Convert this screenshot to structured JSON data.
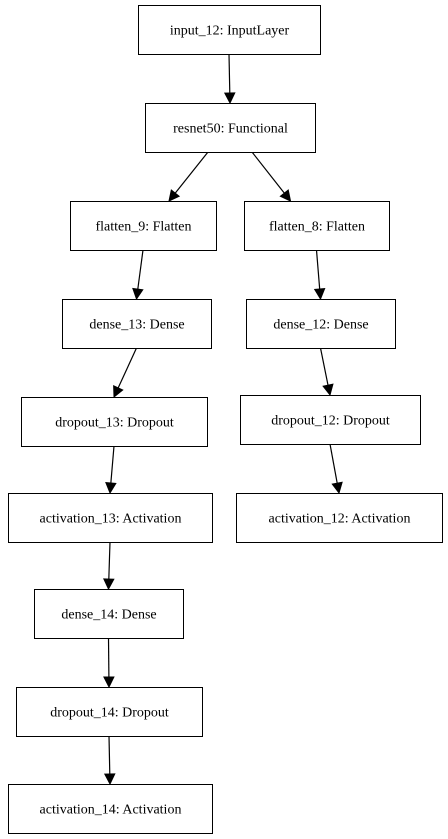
{
  "nodes": [
    {
      "id": "input_12",
      "label": "input_12: InputLayer"
    },
    {
      "id": "resnet50",
      "label": "resnet50: Functional"
    },
    {
      "id": "flatten_9",
      "label": "flatten_9: Flatten"
    },
    {
      "id": "flatten_8",
      "label": "flatten_8: Flatten"
    },
    {
      "id": "dense_13",
      "label": "dense_13: Dense"
    },
    {
      "id": "dense_12",
      "label": "dense_12: Dense"
    },
    {
      "id": "dropout_13",
      "label": "dropout_13: Dropout"
    },
    {
      "id": "dropout_12",
      "label": "dropout_12: Dropout"
    },
    {
      "id": "activation_13",
      "label": "activation_13: Activation"
    },
    {
      "id": "activation_12",
      "label": "activation_12: Activation"
    },
    {
      "id": "dense_14",
      "label": "dense_14: Dense"
    },
    {
      "id": "dropout_14",
      "label": "dropout_14: Dropout"
    },
    {
      "id": "activation_14",
      "label": "activation_14: Activation"
    }
  ],
  "edges": [
    {
      "from": "input_12",
      "to": "resnet50"
    },
    {
      "from": "resnet50",
      "to": "flatten_9"
    },
    {
      "from": "resnet50",
      "to": "flatten_8"
    },
    {
      "from": "flatten_9",
      "to": "dense_13"
    },
    {
      "from": "flatten_8",
      "to": "dense_12"
    },
    {
      "from": "dense_13",
      "to": "dropout_13"
    },
    {
      "from": "dense_12",
      "to": "dropout_12"
    },
    {
      "from": "dropout_13",
      "to": "activation_13"
    },
    {
      "from": "dropout_12",
      "to": "activation_12"
    },
    {
      "from": "activation_13",
      "to": "dense_14"
    },
    {
      "from": "dense_14",
      "to": "dropout_14"
    },
    {
      "from": "dropout_14",
      "to": "activation_14"
    }
  ]
}
